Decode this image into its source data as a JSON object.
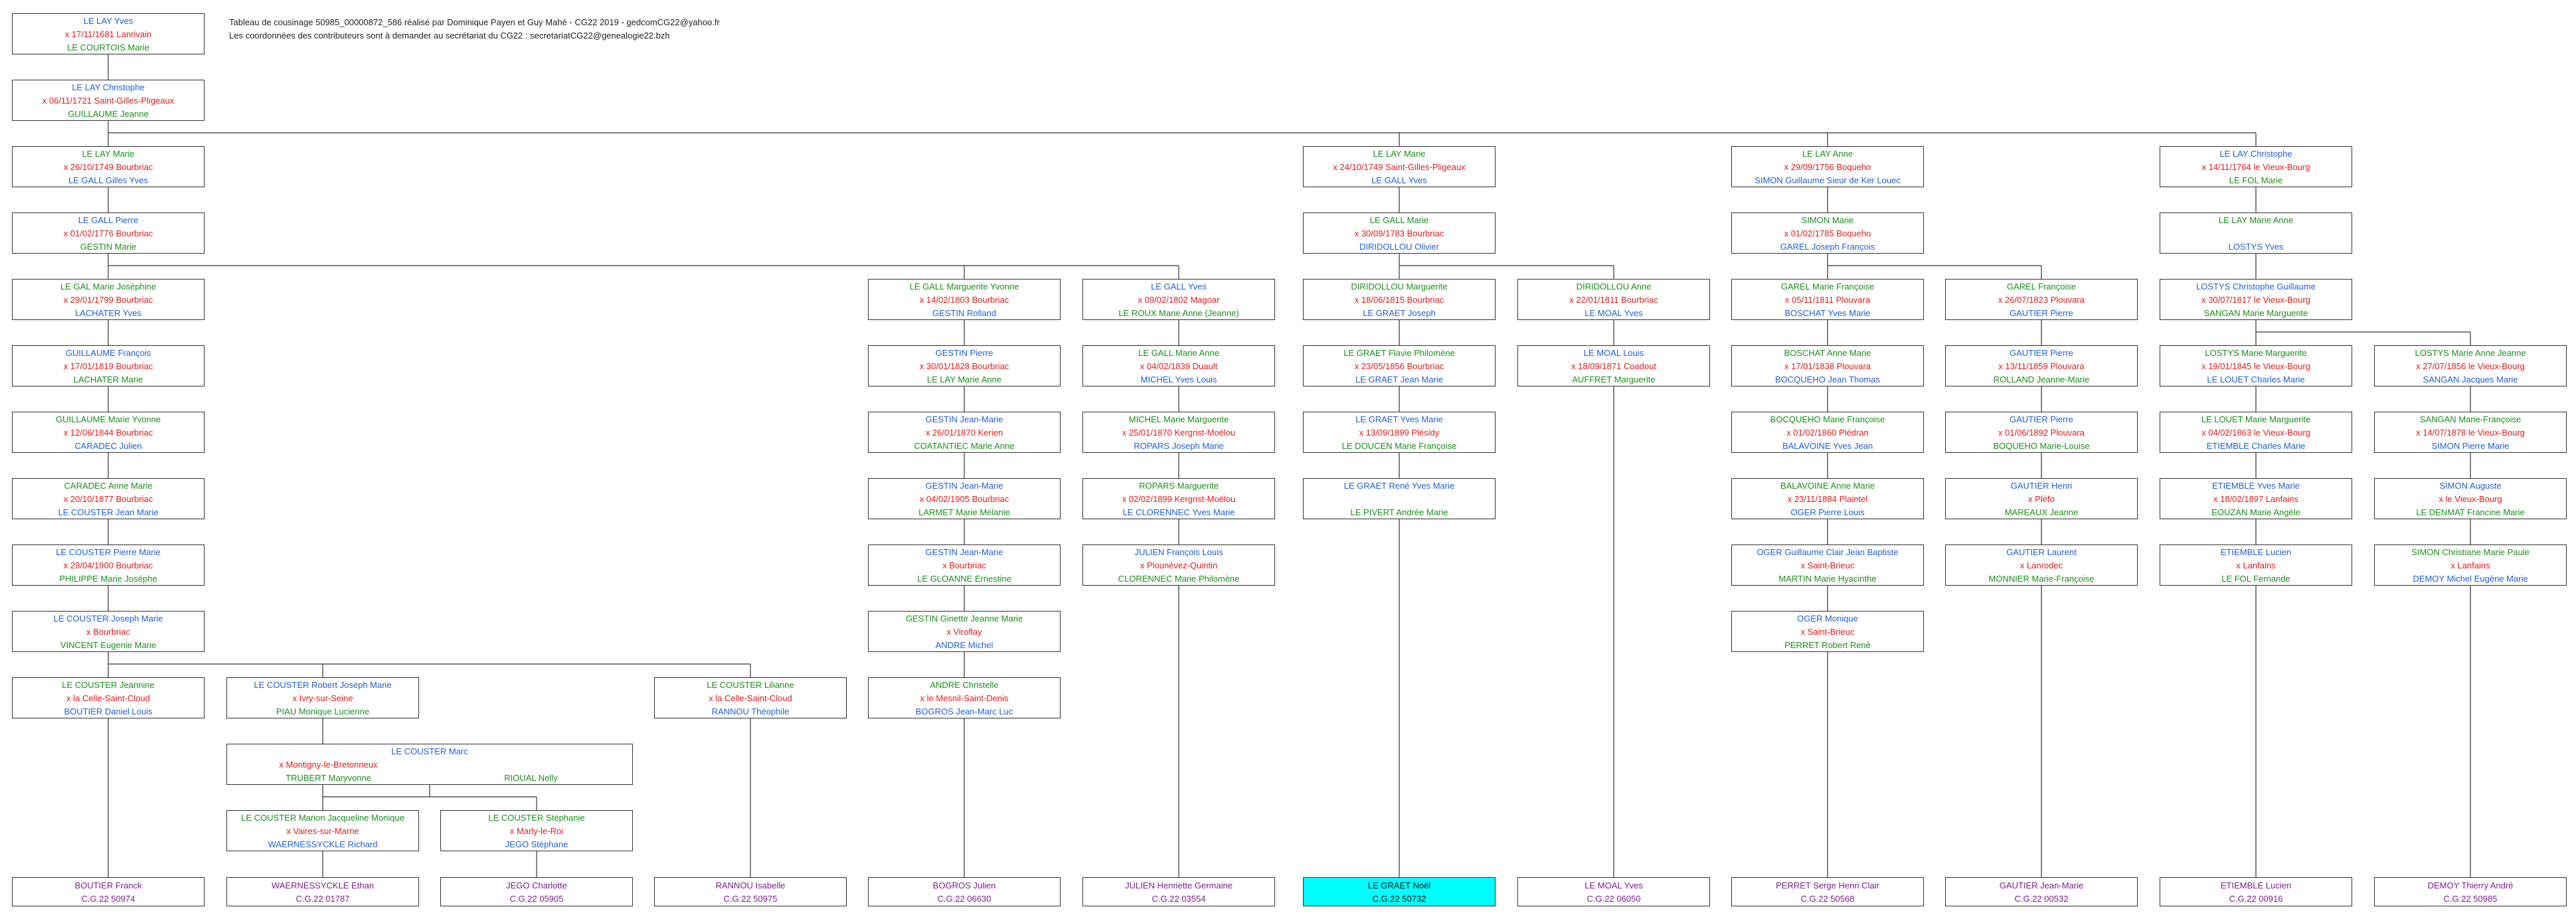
{
  "header": {
    "line1": "Tableau de cousinage 50985_00000872_586 réalisé par Dominique Payen et Guy Mahé - CG22 2019 - gedcomCG22@yahoo.fr",
    "line2": "Les coordonnées des contributeurs sont à demander au secrétariat du CG22 :  secretariatCG22@genealogie22.bzh"
  },
  "colors": {
    "blue": "#1f5fd6",
    "green": "#1a8f1a",
    "red": "#e01b1b",
    "purple": "#7b1e8c",
    "highlight": "#00ffff"
  },
  "boxes": [
    {
      "id": "b0",
      "col": 0,
      "row": 0,
      "c": "r1",
      "l1": "LE LAY Yves",
      "l2": "x 17/11/1681 Lanrivain",
      "l3": "LE COURTOIS Marie"
    },
    {
      "id": "b1",
      "col": 0,
      "row": 1,
      "c": "r1",
      "l1": "LE LAY Christophe",
      "l2": "x 06/11/1721 Saint-Gilles-Pligeaux",
      "l3": "GUILLAUME Jeanne"
    },
    {
      "id": "b2",
      "col": 0,
      "row": 2,
      "c": "r2",
      "l1": "LE LAY Marie",
      "l2": "x 26/10/1749 Bourbriac",
      "l3": "LE GALL Gilles Yves"
    },
    {
      "id": "b3",
      "col": 6,
      "row": 2,
      "c": "r2",
      "l1": "LE LAY Marie",
      "l2": "x 24/10/1749 Saint-Gilles-Pligeaux",
      "l3": "LE GALL Yves"
    },
    {
      "id": "b4",
      "col": 8,
      "row": 2,
      "c": "r2",
      "l1": "LE LAY Anne",
      "l2": "x 29/09/1756 Boqueho",
      "l3": "SIMON Guillaume Sieur de Ker Louec"
    },
    {
      "id": "b5",
      "col": 10,
      "row": 2,
      "c": "r1",
      "l1": "LE LAY Christophe",
      "l2": "x 14/11/1764 le Vieux-Bourg",
      "l3": "LE FOL Marie"
    },
    {
      "id": "b6",
      "col": 0,
      "row": 3,
      "c": "r1",
      "l1": "LE GALL Pierre",
      "l2": "x 01/02/1776 Bourbriac",
      "l3": "GESTIN Marie"
    },
    {
      "id": "b7",
      "col": 6,
      "row": 3,
      "c": "r2",
      "l1": "LE GALL Marie",
      "l2": "x 30/09/1783 Bourbriac",
      "l3": "DIRIDOLLOU Olivier"
    },
    {
      "id": "b8",
      "col": 8,
      "row": 3,
      "c": "r2",
      "l1": "SIMON Marie",
      "l2": "x 01/02/1785 Boqueho",
      "l3": "GAREL Joseph François"
    },
    {
      "id": "b9",
      "col": 10,
      "row": 3,
      "c": "r2",
      "l1": "LE LAY Marie Anne",
      "l2": "",
      "l3": "LOSTYS Yves"
    },
    {
      "id": "b10",
      "col": 0,
      "row": 4,
      "c": "r2",
      "l1": "LE GAL Marie Joséphine",
      "l2": "x 29/01/1799 Bourbriac",
      "l3": "LACHATER Yves"
    },
    {
      "id": "b11",
      "col": 4,
      "row": 4,
      "c": "r2",
      "l1": "LE GALL Marguerite Yvonne",
      "l2": "x 14/02/1803 Bourbriac",
      "l3": "GESTIN Rolland"
    },
    {
      "id": "b12",
      "col": 5,
      "row": 4,
      "c": "r1",
      "l1": "LE GALL Yves",
      "l2": "x 09/02/1802 Magoar",
      "l3": "LE ROUX Marie Anne (Jeanne)"
    },
    {
      "id": "b13",
      "col": 6,
      "row": 4,
      "c": "r2",
      "l1": "DIRIDOLLOU Marguerite",
      "l2": "x 18/06/1815 Bourbriac",
      "l3": "LE GRAET Joseph"
    },
    {
      "id": "b14",
      "col": 7,
      "row": 4,
      "c": "r2",
      "l1": "DIRIDOLLOU Anne",
      "l2": "x 22/01/1811 Bourbriac",
      "l3": "LE MOAL Yves"
    },
    {
      "id": "b15",
      "col": 8,
      "row": 4,
      "c": "r2",
      "l1": "GAREL Marie Françoise",
      "l2": "x 05/11/1811 Plouvara",
      "l3": "BOSCHAT Yves Marie"
    },
    {
      "id": "b16",
      "col": 9,
      "row": 4,
      "c": "r2",
      "l1": "GAREL Françoise",
      "l2": "x 26/07/1823 Plouvara",
      "l3": "GAUTIER Pierre"
    },
    {
      "id": "b17",
      "col": 10,
      "row": 4,
      "c": "r1",
      "l1": "LOSTYS Christophe Guillaume",
      "l2": "x 30/07/1817 le Vieux-Bourg",
      "l3": "SANGAN Marie Marguerite"
    },
    {
      "id": "b18",
      "col": 0,
      "row": 5,
      "c": "r1",
      "l1": "GUILLAUME François",
      "l2": "x 17/01/1819 Bourbriac",
      "l3": "LACHATER Marie"
    },
    {
      "id": "b19",
      "col": 4,
      "row": 5,
      "c": "r1",
      "l1": "GESTIN Pierre",
      "l2": "x 30/01/1828 Bourbriac",
      "l3": "LE LAY Marie Anne"
    },
    {
      "id": "b20",
      "col": 5,
      "row": 5,
      "c": "r2",
      "l1": "LE GALL Marie Anne",
      "l2": "x 04/02/1839 Duault",
      "l3": "MICHEL Yves Louis"
    },
    {
      "id": "b21",
      "col": 6,
      "row": 5,
      "c": "r2",
      "l1": "LE GRAET Flavie Philomène",
      "l2": "x 23/05/1856 Bourbriac",
      "l3": "LE GRAET Jean Marie"
    },
    {
      "id": "b22",
      "col": 7,
      "row": 5,
      "c": "r1",
      "l1": "LE MOAL Louis",
      "l2": "x 18/09/1871 Coadout",
      "l3": "AUFFRET Marguerite"
    },
    {
      "id": "b23",
      "col": 8,
      "row": 5,
      "c": "r2",
      "l1": "BOSCHAT Anne Marie",
      "l2": "x 17/01/1838 Plouvara",
      "l3": "BOCQUEHO Jean Thomas"
    },
    {
      "id": "b24",
      "col": 9,
      "row": 5,
      "c": "r1",
      "l1": "GAUTIER Pierre",
      "l2": "x 13/11/1859 Plouvara",
      "l3": "ROLLAND Jeanne-Marie"
    },
    {
      "id": "b25",
      "col": 10,
      "row": 5,
      "c": "r2",
      "l1": "LOSTYS Marie Marguerite",
      "l2": "x 19/01/1845 le Vieux-Bourg",
      "l3": "LE LOUET Charles Marie"
    },
    {
      "id": "b26",
      "col": 11,
      "row": 5,
      "c": "r2",
      "l1": "LOSTYS Marie Anne Jeanne",
      "l2": "x 27/07/1856 le Vieux-Bourg",
      "l3": "SANGAN Jacques Marie"
    },
    {
      "id": "b27",
      "col": 0,
      "row": 6,
      "c": "r2",
      "l1": "GUILLAUME Marie Yvonne",
      "l2": "x 12/06/1844 Bourbriac",
      "l3": "CARADEC Julien"
    },
    {
      "id": "b28",
      "col": 4,
      "row": 6,
      "c": "r1",
      "l1": "GESTIN Jean-Marie",
      "l2": "x 26/01/1870 Kerien",
      "l3": "COATANTIEC Marie Anne"
    },
    {
      "id": "b29",
      "col": 5,
      "row": 6,
      "c": "r2",
      "l1": "MICHEL Marie Marguerite",
      "l2": "x 25/01/1870 Kergrist-Moëlou",
      "l3": "ROPARS Joseph Marie"
    },
    {
      "id": "b30",
      "col": 6,
      "row": 6,
      "c": "r1",
      "l1": "LE GRAET Yves Marie",
      "l2": "x 13/09/1899 Plésidy",
      "l3": "LE DOUCEN Marie Françoise"
    },
    {
      "id": "b31",
      "col": 8,
      "row": 6,
      "c": "r2",
      "l1": "BOCQUEHO Marie Françoise",
      "l2": "x 01/02/1860 Plédran",
      "l3": "BALAVOINE Yves Jean"
    },
    {
      "id": "b32",
      "col": 9,
      "row": 6,
      "c": "r1",
      "l1": "GAUTIER Pierre",
      "l2": "x 01/06/1892 Plouvara",
      "l3": "BOQUEHO Marie-Louise"
    },
    {
      "id": "b33",
      "col": 10,
      "row": 6,
      "c": "r2",
      "l1": "LE LOUET Marie Marguerite",
      "l2": "x 04/02/1863 le Vieux-Bourg",
      "l3": "ETIEMBLE Charles Marie"
    },
    {
      "id": "b34",
      "col": 11,
      "row": 6,
      "c": "r2",
      "l1": "SANGAN Marie-Françoise",
      "l2": "x 14/07/1878 le Vieux-Bourg",
      "l3": "SIMON Pierre Marie"
    },
    {
      "id": "b35",
      "col": 0,
      "row": 7,
      "c": "r2",
      "l1": "CARADEC Anne Marie",
      "l2": "x 20/10/1877 Bourbriac",
      "l3": "LE COUSTER Jean Marie"
    },
    {
      "id": "b36",
      "col": 4,
      "row": 7,
      "c": "r1",
      "l1": "GESTIN Jean-Marie",
      "l2": "x 04/02/1905 Bourbriac",
      "l3": "LARMET Marie Mélanie"
    },
    {
      "id": "b37",
      "col": 5,
      "row": 7,
      "c": "r2",
      "l1": "ROPARS Marguerite",
      "l2": "x 02/02/1899 Kergrist-Moëlou",
      "l3": "LE CLORENNEC Yves Marie"
    },
    {
      "id": "b38",
      "col": 6,
      "row": 7,
      "c": "r1",
      "l1": "LE GRAET René Yves Marie",
      "l2": "",
      "l3": "LE PIVERT Andrée Marie"
    },
    {
      "id": "b39",
      "col": 8,
      "row": 7,
      "c": "r2",
      "l1": "BALAVOINE Anne Marie",
      "l2": "x 23/11/1884 Plaintel",
      "l3": "OGER Pierre Louis"
    },
    {
      "id": "b40",
      "col": 9,
      "row": 7,
      "c": "r1",
      "l1": "GAUTIER Henri",
      "l2": "x  Pléfo",
      "l3": "MAREAUX Jeanne"
    },
    {
      "id": "b41",
      "col": 10,
      "row": 7,
      "c": "r1",
      "l1": "ETIEMBLE Yves Marie",
      "l2": "x 18/02/1897 Lanfains",
      "l3": "EOUZAN Marie Angèle"
    },
    {
      "id": "b42",
      "col": 11,
      "row": 7,
      "c": "r1",
      "l1": "SIMON Auguste",
      "l2": "x  le Vieux-Bourg",
      "l3": "LE DENMAT Francine Marie"
    },
    {
      "id": "b43",
      "col": 0,
      "row": 8,
      "c": "r1",
      "l1": "LE COUSTER Pierre Marie",
      "l2": "x 29/04/1900 Bourbriac",
      "l3": "PHILIPPE Marie Joséphe"
    },
    {
      "id": "b44",
      "col": 4,
      "row": 8,
      "c": "r1",
      "l1": "GESTIN Jean-Marie",
      "l2": "x  Bourbriac",
      "l3": "LE GLOANNE Ernestine"
    },
    {
      "id": "b45",
      "col": 5,
      "row": 8,
      "c": "r1",
      "l1": "JULIEN François Louis",
      "l2": "x  Plounévez-Quintin",
      "l3": "CLORENNEC Marie Philomène"
    },
    {
      "id": "b46",
      "col": 8,
      "row": 8,
      "c": "r1",
      "l1": "OGER Guillaume Clair Jean Baptiste",
      "l2": "x  Saint-Brieuc",
      "l3": "MARTIN Marie Hyacinthe"
    },
    {
      "id": "b47",
      "col": 9,
      "row": 8,
      "c": "r1",
      "l1": "GAUTIER Laurent",
      "l2": "x  Lanrodec",
      "l3": "MONNIER Marie-Françoise"
    },
    {
      "id": "b48",
      "col": 10,
      "row": 8,
      "c": "r1",
      "l1": "ETIEMBLE Lucien",
      "l2": "x  Lanfains",
      "l3": "LE FOL Fernande"
    },
    {
      "id": "b49",
      "col": 11,
      "row": 8,
      "c": "r2",
      "l1": "SIMON Christiane Marie Paule",
      "l2": "x  Lanfains",
      "l3": "DEMOY Michel Eugène Marie"
    },
    {
      "id": "b50",
      "col": 0,
      "row": 9,
      "c": "r1",
      "l1": "LE COUSTER Joseph Marie",
      "l2": "x  Bourbriac",
      "l3": "VINCENT Eugenie Marie"
    },
    {
      "id": "b51",
      "col": 4,
      "row": 9,
      "c": "r2",
      "l1": "GESTIN Ginette Jeanne Marie",
      "l2": "x  Viroflay",
      "l3": "ANDRE Michel"
    },
    {
      "id": "b52",
      "col": 8,
      "row": 9,
      "c": "r1",
      "l1": "OGER Monique",
      "l2": "x  Saint-Brieuc",
      "l3": "PERRET Robert René"
    },
    {
      "id": "b53",
      "col": 0,
      "row": 10,
      "c": "r2",
      "l1": "LE COUSTER Jeannine",
      "l2": "x  la Celle-Saint-Cloud",
      "l3": "BOUTIER Daniel Louis"
    },
    {
      "id": "b54",
      "col": 1,
      "row": 10,
      "c": "r1",
      "l1": "LE COUSTER Robert Joseph Marie",
      "l2": "x  Ivry-sur-Seine",
      "l3": "PIAU Monique Lucienne"
    },
    {
      "id": "b55",
      "col": 3,
      "row": 10,
      "c": "r2",
      "l1": "LE COUSTER Lilianne",
      "l2": "x  la Celle-Saint-Cloud",
      "l3": "RANNOU Théophile"
    },
    {
      "id": "b56",
      "col": 4,
      "row": 10,
      "c": "r2",
      "l1": "ANDRE Christelle",
      "l2": "x  le Mesnil-Saint-Denis",
      "l3": "BOGROS Jean-Marc Luc"
    },
    {
      "id": "b58",
      "col": 1,
      "row": 12,
      "c": "r2",
      "l1": "LE COUSTER Marion Jacqueline Monique",
      "l2": "x  Vaires-sur-Marne",
      "l3": "WAERNESSYCKLE Richard"
    },
    {
      "id": "b59",
      "col": 2,
      "row": 12,
      "c": "r2",
      "l1": "LE COUSTER Stéphanie",
      "l2": "x  Marly-le-Roi",
      "l3": "JEGO Stéphane"
    }
  ],
  "marc": {
    "l1": "LE COUSTER Marc",
    "l2a": "x  Montigny-le-Bretonneux",
    "l3a": "TRUBERT Maryvonne",
    "l3b": "RIOUAL Nelly"
  },
  "leaves": [
    {
      "col": 0,
      "name": "BOUTIER Franck",
      "code": "C.G.22 50974"
    },
    {
      "col": 1,
      "name": "WAERNESSYCKLE Ethan",
      "code": "C.G.22 01787"
    },
    {
      "col": 2,
      "name": "JEGO Charlotte",
      "code": "C.G.22 05905"
    },
    {
      "col": 3,
      "name": "RANNOU Isabelle",
      "code": "C.G.22 50975"
    },
    {
      "col": 4,
      "name": "BOGROS Julien",
      "code": "C.G.22 06630"
    },
    {
      "col": 5,
      "name": "JULIEN Henriette Germaine",
      "code": "C.G.22 03554"
    },
    {
      "col": 6,
      "name": "LE GRAET Noël",
      "code": "C.G.22 50732",
      "hl": true
    },
    {
      "col": 7,
      "name": "LE MOAL Yves",
      "code": "C.G.22 06050"
    },
    {
      "col": 8,
      "name": "PERRET Serge Henri Clair",
      "code": "C.G.22 50568"
    },
    {
      "col": 9,
      "name": "GAUTIER Jean-Marie",
      "code": "C.G.22 00532"
    },
    {
      "col": 10,
      "name": "ETIEMBLE Lucien",
      "code": "C.G.22 00916"
    },
    {
      "col": 11,
      "name": "DEMOY Thierry André",
      "code": "C.G.22 50985"
    }
  ]
}
